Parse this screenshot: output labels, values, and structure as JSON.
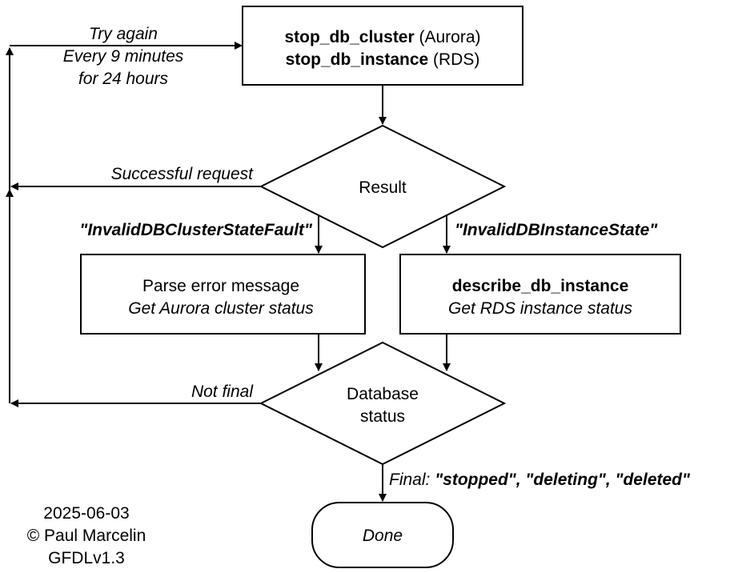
{
  "retry": {
    "line1": "Try again",
    "line2": "Every 9 minutes",
    "line3": "for 24 hours"
  },
  "stop_box": {
    "line1_bold": "stop_db_cluster",
    "line1_rest": " (Aurora)",
    "line2_bold": "stop_db_instance",
    "line2_rest": " (RDS)"
  },
  "result": {
    "label": "Result",
    "success_label": "Successful request",
    "cluster_fault": "\"InvalidDBClusterStateFault\"",
    "instance_fault": "\"InvalidDBInstanceState\""
  },
  "parse_box": {
    "line1": "Parse error message",
    "line2": "Get Aurora cluster status"
  },
  "describe_box": {
    "line1": "describe_db_instance",
    "line2": "Get RDS instance status"
  },
  "status": {
    "line1": "Database",
    "line2": "status",
    "not_final": "Not final",
    "final_prefix": "Final: ",
    "final_values": "\"stopped\", \"deleting\", \"deleted\""
  },
  "done": {
    "label": "Done"
  },
  "credits": {
    "date": "2025-06-03",
    "author": "© Paul Marcelin",
    "license": "GFDLv1.3"
  }
}
